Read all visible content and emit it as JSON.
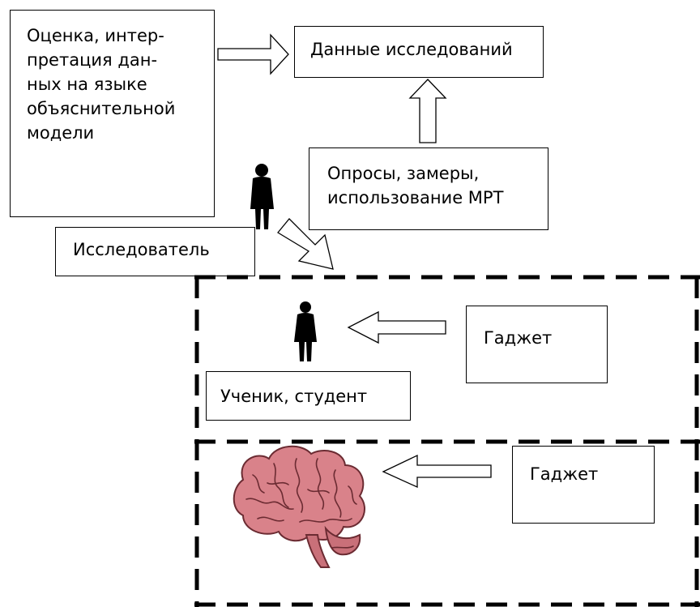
{
  "boxes": {
    "evaluation": "Оценка, интер-\nпретация дан-\nных на языке\nобъяснительной\nмодели",
    "research_data": "Данные исследований",
    "methods": "Опросы, замеры,\nиспользование МРТ",
    "researcher": "Исследователь",
    "student": "Ученик, студент",
    "gadget_top": "Гаджет",
    "gadget_bottom": "Гаджет"
  },
  "icons": {
    "researcher": "person-silhouette-icon",
    "student": "person-silhouette-icon",
    "brain": "brain-icon"
  },
  "colors": {
    "brain_fill": "#d9828a",
    "brain_stroke": "#6b2b32",
    "dashed_border": "#000000"
  }
}
